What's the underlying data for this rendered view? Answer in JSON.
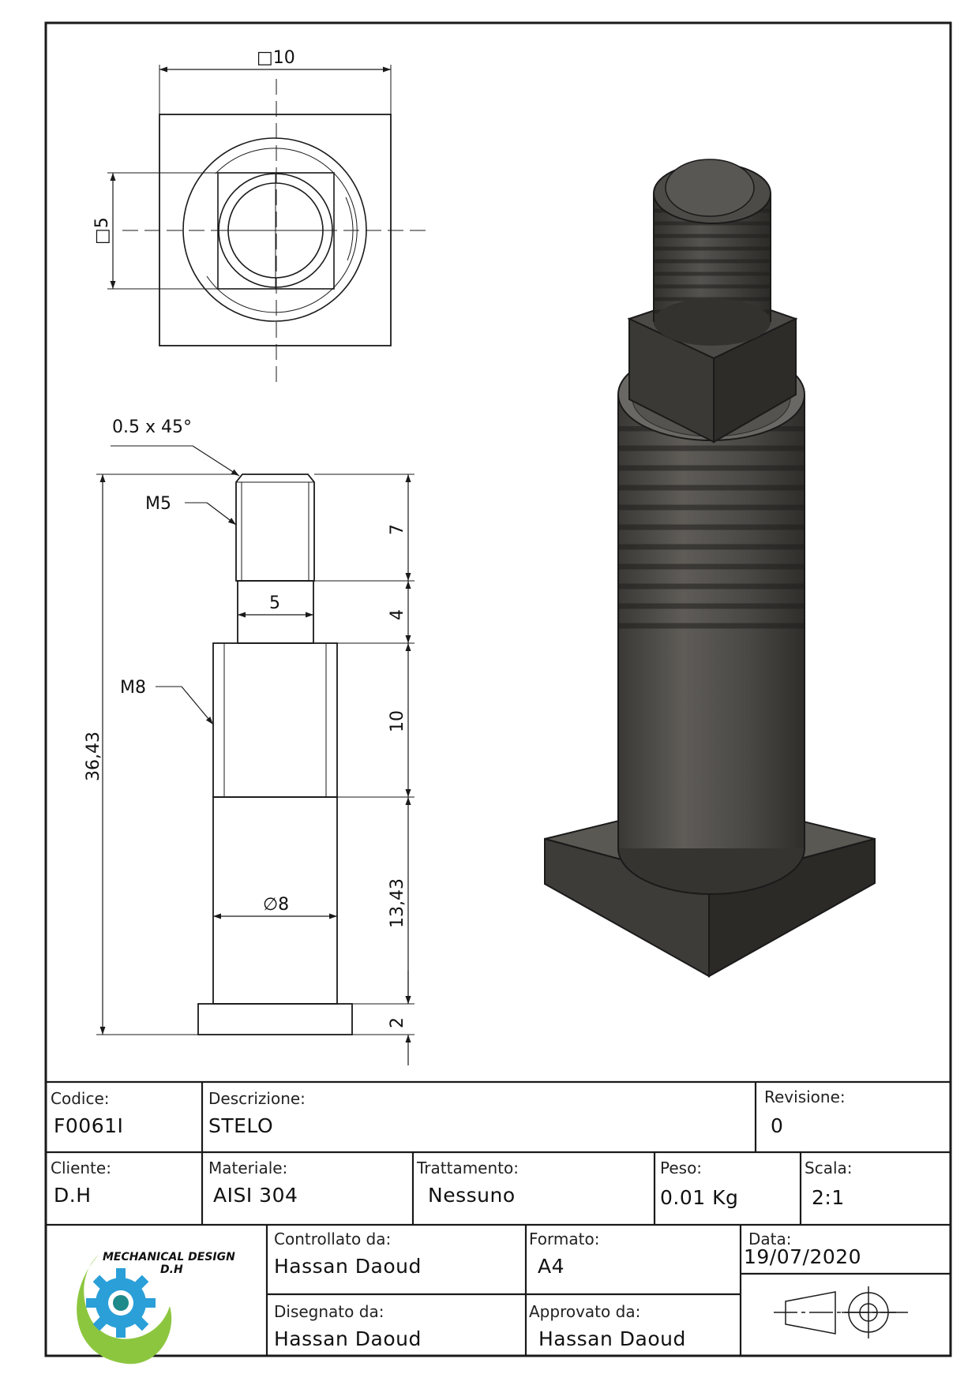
{
  "drawing": {
    "top_view": {
      "square_outer": "□10",
      "square_inner": "□5"
    },
    "side_view": {
      "chamfer": "0.5 x 45°",
      "thread_top": "M5",
      "thread_main": "M8",
      "dim_total": "36,43",
      "dim_7": "7",
      "dim_4": "4",
      "dim_10": "10",
      "dim_1343": "13,43",
      "dim_2": "2",
      "dim_width_5": "5",
      "diameter_8": "∅8"
    }
  },
  "title_block": {
    "codice_label": "Codice:",
    "codice": "F0061I",
    "descrizione_label": "Descrizione:",
    "descrizione": "STELO",
    "revisione_label": "Revisione:",
    "revisione": "0",
    "cliente_label": "Cliente:",
    "cliente": "D.H",
    "materiale_label": "Materiale:",
    "materiale": "AISI 304",
    "trattamento_label": "Trattamento:",
    "trattamento": "Nessuno",
    "peso_label": "Peso:",
    "peso": "0.01 Kg",
    "scala_label": "Scala:",
    "scala": "2:1",
    "controllato_label": "Controllato da:",
    "controllato": "Hassan Daoud",
    "formato_label": "Formato:",
    "formato": "A4",
    "data_label": "Data:",
    "data": "19/07/2020",
    "disegnato_label": "Disegnato da:",
    "disegnato": "Hassan Daoud",
    "approvato_label": "Approvato da:",
    "approvato": "Hassan Daoud",
    "logo_text_1": "MECHANICAL DESIGN",
    "logo_text_2": "D.H"
  },
  "colors": {
    "line": "#1a1a1a",
    "metal_dark": "#3a3936",
    "metal_mid": "#5c5a56",
    "logo_green": "#8cc63f",
    "logo_blue": "#2a9fd8"
  }
}
